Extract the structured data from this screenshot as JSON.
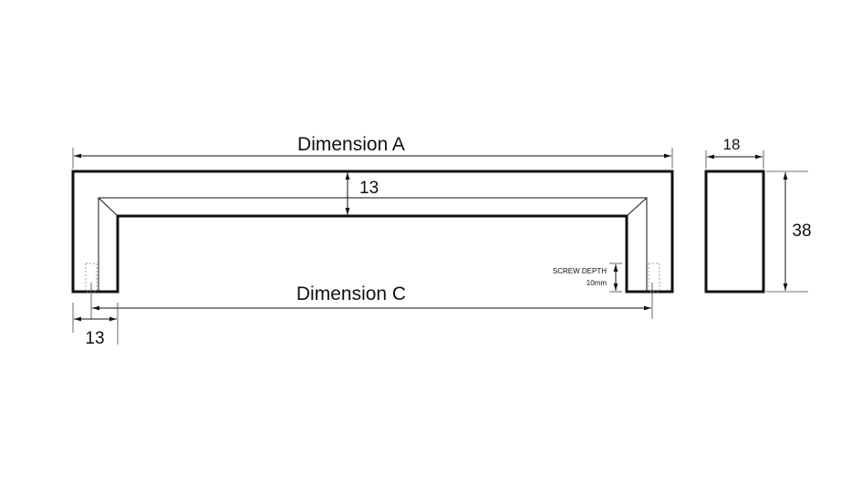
{
  "labels": {
    "dimension_a": "Dimension A",
    "dimension_c": "Dimension C",
    "inner_thickness": "13",
    "leg_width": "13",
    "profile_width": "18",
    "profile_height": "38",
    "screw_depth_title": "SCREW DEPTH",
    "screw_depth_value": "10mm"
  },
  "colors": {
    "ink": "#111111",
    "background": "#ffffff"
  }
}
